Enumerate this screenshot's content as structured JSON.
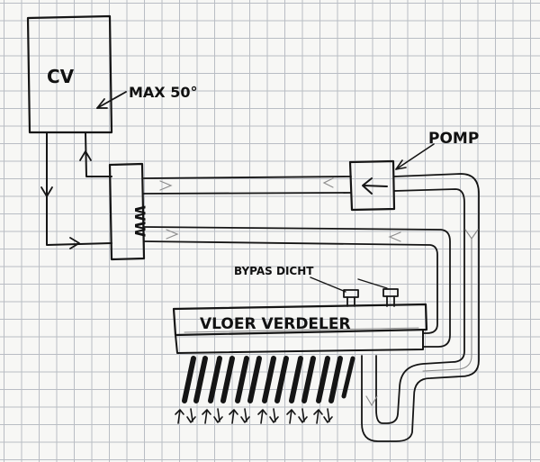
{
  "labels": {
    "cv": "CV",
    "max_temp": "MAX 50°",
    "ww": "WW",
    "pomp": "POMP",
    "bypass": "BYPAS DICHT",
    "vloerverdeler": "VLOER VERDELER"
  },
  "colors": {
    "ink": "#151515",
    "pencil": "#8d8d8d",
    "grid": "#b9bdc4",
    "paper": "#f7f7f5"
  }
}
